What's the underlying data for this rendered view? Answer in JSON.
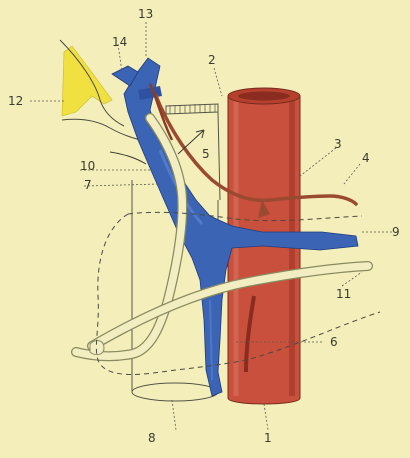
{
  "figure": {
    "labels": [
      {
        "id": "1",
        "text": "1"
      },
      {
        "id": "2",
        "text": "2"
      },
      {
        "id": "3",
        "text": "3"
      },
      {
        "id": "4",
        "text": "4"
      },
      {
        "id": "5",
        "text": "5"
      },
      {
        "id": "6",
        "text": "6"
      },
      {
        "id": "7",
        "text": "7"
      },
      {
        "id": "8",
        "text": "8"
      },
      {
        "id": "9",
        "text": "9"
      },
      {
        "id": "10",
        "text": "10"
      },
      {
        "id": "11",
        "text": "11"
      },
      {
        "id": "12",
        "text": "12"
      },
      {
        "id": "13",
        "text": "13"
      },
      {
        "id": "14",
        "text": "14"
      }
    ],
    "colors": {
      "background": "#f4eebb",
      "artery": "#c8503c",
      "artery_dark": "#9e3526",
      "vein": "#3b64b4",
      "nerve": "#f2eec2",
      "nerve_outline": "#8a8a60",
      "gland": "#f0e040",
      "small_vessel": "#9a4a30"
    }
  }
}
